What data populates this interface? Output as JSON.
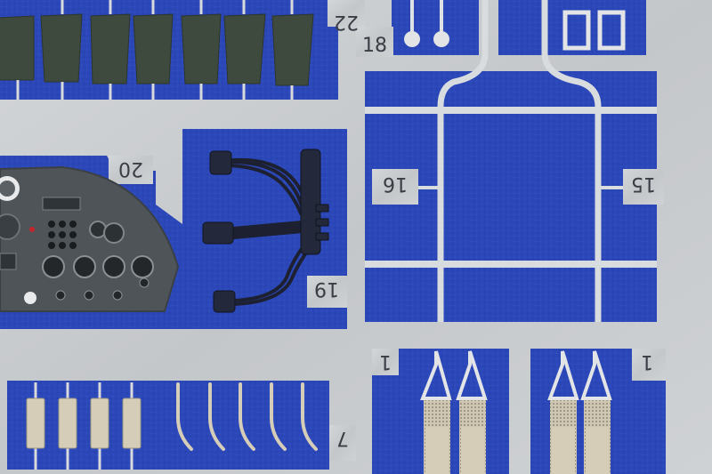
{
  "photo": {
    "subject": "photo-etched detail fret on blue backing",
    "colors": {
      "fret_metal": "#c9cccf",
      "fret_highlight": "#e4e6e8",
      "backing_blue": "#2b47b8",
      "backing_blue_dark": "#213b9e",
      "seatbelt_green": "#3f4a3e",
      "harness_black": "#1c2030",
      "panel_grey": "#4e5458",
      "buckle_beige": "#d5cdb8"
    },
    "part_numbers": [
      {
        "id": "part-22",
        "text": "22"
      },
      {
        "id": "part-18",
        "text": "18"
      },
      {
        "id": "part-20",
        "text": "20"
      },
      {
        "id": "part-16",
        "text": "16"
      },
      {
        "id": "part-15",
        "text": "15"
      },
      {
        "id": "part-19",
        "text": "19"
      },
      {
        "id": "part-1a",
        "text": "1"
      },
      {
        "id": "part-1b",
        "text": "1"
      },
      {
        "id": "part-7",
        "text": "7"
      }
    ]
  }
}
